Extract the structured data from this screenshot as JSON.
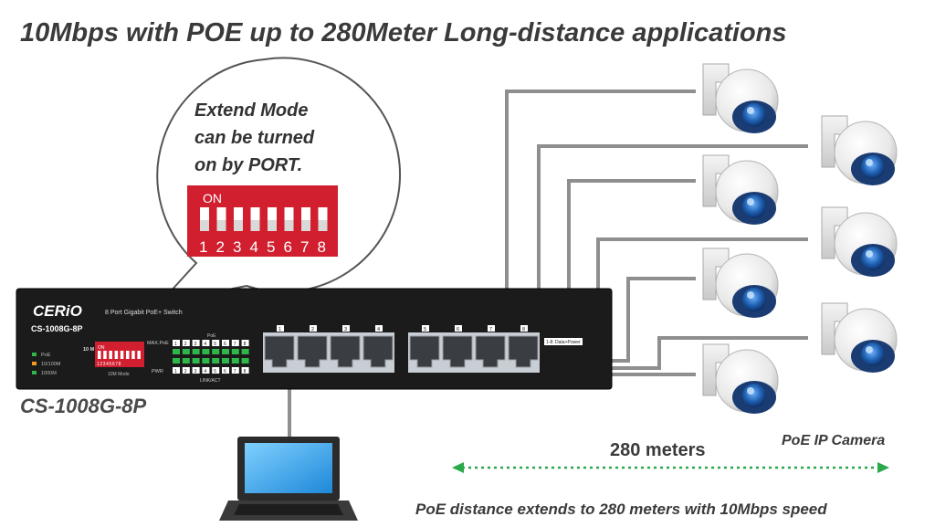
{
  "headline": "10Mbps with POE up to 280Meter Long-distance applications",
  "callout": {
    "lines": [
      "Extend Mode",
      "can be turned",
      "on by PORT."
    ],
    "dip_on_label": "ON",
    "dip_numbers": [
      "1",
      "2",
      "3",
      "4",
      "5",
      "6",
      "7",
      "8"
    ],
    "colors": {
      "dip_body": "#d11f2f",
      "switch": "#ffffff"
    }
  },
  "switch": {
    "brand": "CERiO",
    "model": "CS-1008G-8P",
    "description": "8 Port Gigabit PoE+ Switch",
    "legend": [
      {
        "label": "PoE",
        "color": "#2fb64a"
      },
      {
        "label": "10/100M",
        "color": "#f39a1e"
      },
      {
        "label": "1000M",
        "color": "#2fb64a"
      }
    ],
    "mode_tag": "10 M",
    "dip_on": "ON",
    "dip_numbers": "12345678",
    "mode_label": "10M Mode",
    "max_poe": "MAX.PoE",
    "pwr": "PWR",
    "poe_label": "PoE",
    "link_label": "LINK/ACT",
    "led_numbers": [
      "1",
      "2",
      "3",
      "4",
      "5",
      "6",
      "7",
      "8"
    ],
    "port_numbers": [
      "1",
      "2",
      "3",
      "4",
      "5",
      "6",
      "7",
      "8"
    ],
    "port_legend": "1-8: Data+Power",
    "colors": {
      "chassis": "#1b1b1b",
      "port": "#d9dde2",
      "dip": "#d11f2f"
    }
  },
  "model_caption": "CS-1008G-8P",
  "distance_label": "280 meters",
  "camera_caption": "PoE IP Camera",
  "footer_note": "PoE distance extends to 280 meters with 10Mbps speed",
  "colors": {
    "cable": "#8f8f8f",
    "arrow": "#2aa84a",
    "camera_lens": "#2d6fc0",
    "text": "#3a3a3a"
  }
}
